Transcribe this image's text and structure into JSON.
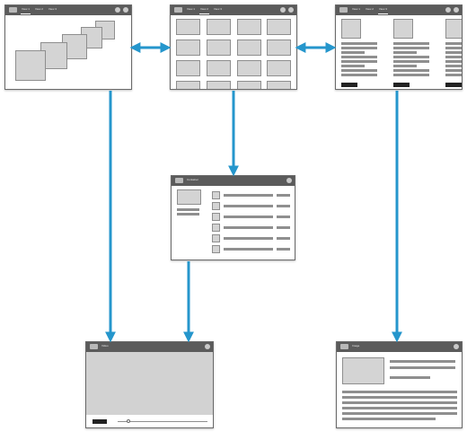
{
  "colors": {
    "arrow": "#2596cc",
    "titlebar": "#5b5b5b",
    "placeholder": "#d4d4d4",
    "text_line": "#8f8f8f"
  },
  "screens": {
    "carousel": {
      "tabs": [
        "View 1",
        "View 2",
        "View 3"
      ]
    },
    "grid": {
      "tabs": [
        "View 1",
        "View 2",
        "View 3"
      ]
    },
    "columns": {
      "tabs": [
        "View 1",
        "View 2",
        "View 3"
      ]
    },
    "detail": {
      "title": "Container"
    },
    "video": {
      "title": "Video"
    },
    "article": {
      "title": "Image"
    }
  },
  "arrows": [
    {
      "from": "carousel",
      "to": "grid",
      "type": "bidirectional"
    },
    {
      "from": "grid",
      "to": "columns",
      "type": "bidirectional"
    },
    {
      "from": "grid",
      "to": "detail",
      "type": "unidirectional"
    },
    {
      "from": "carousel",
      "to": "video",
      "type": "unidirectional"
    },
    {
      "from": "detail",
      "to": "video",
      "type": "unidirectional"
    },
    {
      "from": "columns",
      "to": "article",
      "type": "unidirectional"
    }
  ]
}
